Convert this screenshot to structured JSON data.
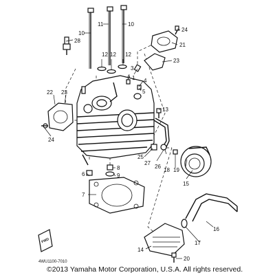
{
  "diagram": {
    "callouts": {
      "c1": "1",
      "c2": "2",
      "c3": "3",
      "c4": "4",
      "c5": "5",
      "c6": "6",
      "c7": "7",
      "c8": "8",
      "c9": "9",
      "c10a": "10",
      "c10b": "10",
      "c11": "11",
      "c12a": "12",
      "c12b": "12",
      "c12c": "12",
      "c13": "13",
      "c14": "14",
      "c15": "15",
      "c16": "16",
      "c17": "17",
      "c18": "18",
      "c19": "19",
      "c20": "20",
      "c21": "21",
      "c22": "22",
      "c23a": "23",
      "c23b": "23",
      "c24a": "24",
      "c24b": "24",
      "c25": "25",
      "c26": "26",
      "c27": "27",
      "c28": "28"
    },
    "fwd_label": "FWD",
    "part_code": "4WU1100-7010",
    "copyright": "©2013 Yamaha Motor Corporation, U.S.A. All rights reserved."
  }
}
